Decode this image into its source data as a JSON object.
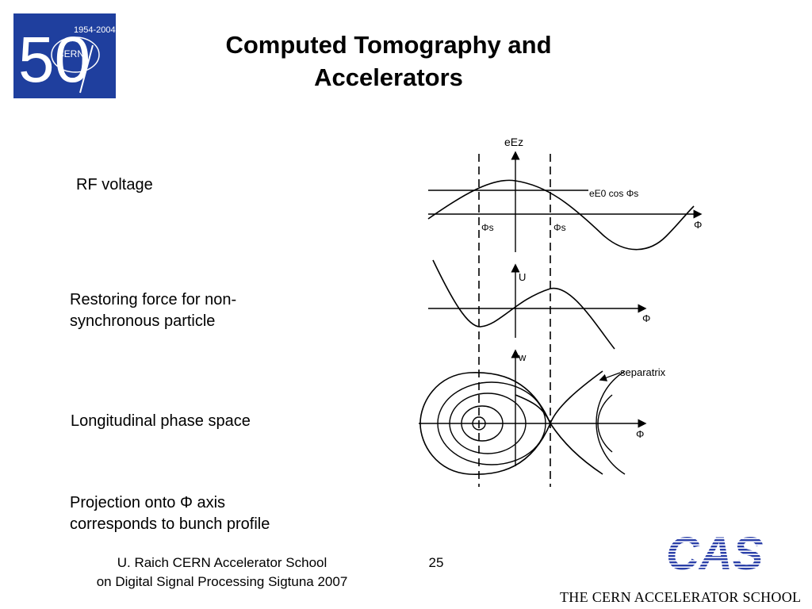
{
  "slide": {
    "title_line1": "Computed Tomography  and",
    "title_line2": "Accelerators",
    "labels": {
      "rf_voltage": "RF voltage",
      "restoring_line1": "Restoring force for non-",
      "restoring_line2": "synchronous particle",
      "phase_space": "Longitudinal phase space",
      "projection_line1": "Projection onto Φ axis",
      "projection_line2": "corresponds to bunch profile"
    },
    "footer": {
      "line1": "U. Raich  CERN Accelerator School",
      "line2": "on Digital Signal Processing  Sigtuna 2007",
      "page_number": "25"
    },
    "logo": {
      "years": "1954-2004",
      "org": "CERN",
      "anniversary": "50",
      "color": "#1f3f9e"
    },
    "cas": {
      "mark": "CAS",
      "school": "THE CERN ACCELERATOR SCHOOL",
      "color": "#2a3fa8"
    }
  },
  "diagram": {
    "top_axis_label": "eEz",
    "cos_label": "eE0 cos Φs",
    "phi_s_label": "Φs",
    "phi_label": "Φ",
    "u_label": "U",
    "w_label": "w",
    "separatrix_label": "separatrix"
  }
}
